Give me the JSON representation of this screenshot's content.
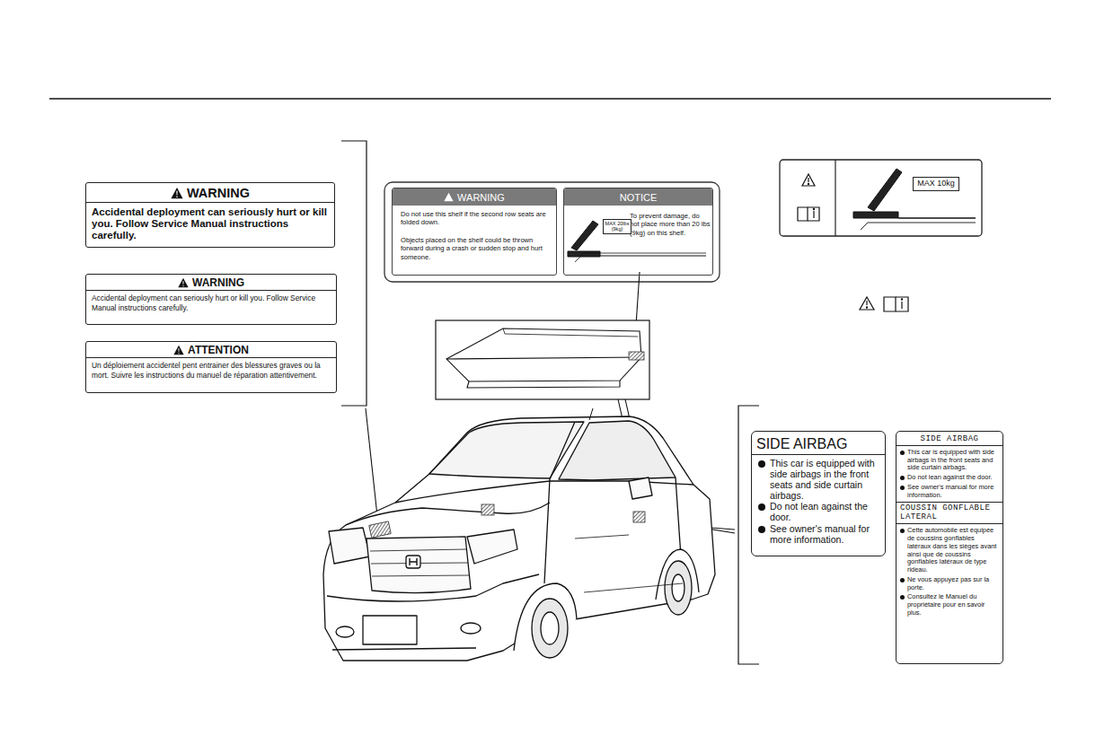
{
  "diagram": {
    "nodes": [
      {
        "text": [
          "WARNING",
          "Accidental deployment can seriously hurt or kill you. Follow Service Manual instructions carefully."
        ]
      },
      {
        "text": [
          "WARNING",
          "Accidental deployment can seriously hurt or kill you. Follow Service Manual instructions carefully."
        ]
      },
      {
        "text": [
          "ATTENTION",
          "Un déploiement accidentel pent entrainer des blessures graves ou la mort. Suivre les instructions du manuel de réparation attentivement."
        ]
      },
      {
        "text": [
          "WARNING",
          "Do not use this shelf if the second row seats are folded down.",
          "Objects placed on the shelf could be thrown forward during a crash or sudden stop and hurt someone."
        ]
      },
      {
        "text": [
          "NOTICE",
          "To prevent damage, do not place more than 20 lbs (9kg) on this shelf."
        ]
      },
      {
        "text": [
          "MAX 20lbs (9kg)"
        ],
        "in": 4
      },
      {
        "text": [
          "MAX 10kg"
        ]
      },
      {
        "text": [
          "SIDE AIRBAG",
          "This car is equipped with side airbags in the front seats and side curtain airbags.",
          "Do not lean against the door.",
          "See owner's manual for more information."
        ]
      },
      {
        "text": [
          "SIDE AIRBAG",
          "This car is equipped with side airbags in the front seats and side curtain airbags.",
          "Do not lean against the door.",
          "See owner's manual for more information.",
          "COUSSIN GONFLABLE LATERAL",
          "Cette automobile est équipée de coussins gonflables latéraux dans les sièges avant ainsi que de coussins gonflables latéraux de type rideau.",
          "Ne vous appuyez pas sur la porte.",
          "Consultez le Manuel du propriétaire pour en savoir plus."
        ]
      }
    ]
  }
}
